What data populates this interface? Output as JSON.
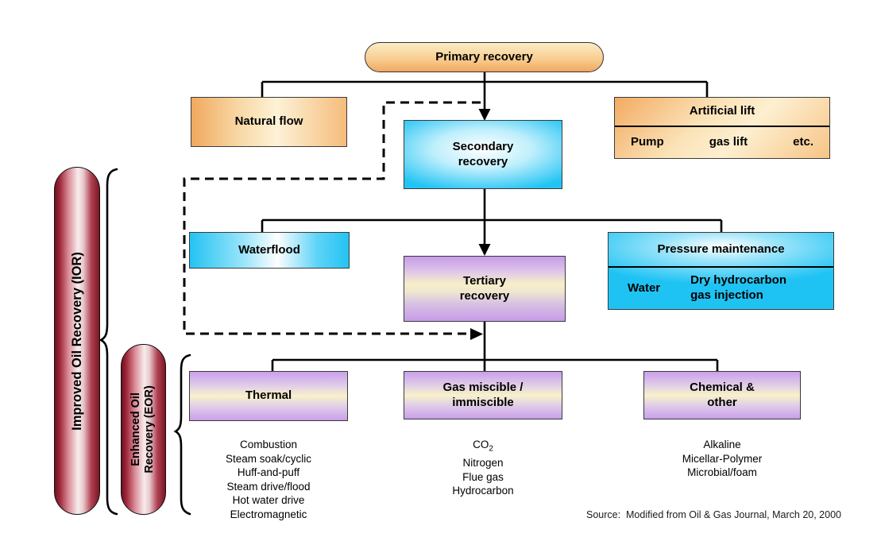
{
  "nodes": {
    "primary": {
      "label": "Primary recovery"
    },
    "natural_flow": {
      "label": "Natural flow"
    },
    "artificial_lift": {
      "title": "Artificial lift",
      "items": [
        "Pump",
        "gas lift",
        "etc."
      ]
    },
    "secondary": {
      "line1": "Secondary",
      "line2": "recovery"
    },
    "waterflood": {
      "label": "Waterflood"
    },
    "tertiary": {
      "line1": "Tertiary",
      "line2": "recovery"
    },
    "pressure": {
      "title": "Pressure maintenance",
      "water": "Water",
      "gas_line1": "Dry hydrocarbon",
      "gas_line2": "gas injection"
    },
    "thermal": {
      "label": "Thermal"
    },
    "gas_miscible": {
      "line1": "Gas miscible /",
      "line2": "immiscible"
    },
    "chemical": {
      "line1": "Chemical &",
      "line2": "other"
    }
  },
  "lists": {
    "thermal": [
      "Combustion",
      "Steam soak/cyclic",
      "Huff-and-puff",
      "Steam drive/flood",
      "Hot water drive",
      "Electromagnetic"
    ],
    "gas": {
      "first_main": "CO",
      "first_sub": "2",
      "rest": [
        "Nitrogen",
        "Flue gas",
        "Hydrocarbon"
      ]
    },
    "chemical": [
      "Alkaline",
      "Micellar-Polymer",
      "Microbial/foam"
    ]
  },
  "side_labels": {
    "ior": "Improved Oil Recovery (IOR)",
    "eor_line1": "Enhanced Oil",
    "eor_line2": "Recovery (EOR)"
  },
  "source_note": "Source:  Modified from Oil & Gas Journal, March 20, 2000",
  "colors": {
    "orange": "#F2A95E",
    "cyan": "#24C4F4",
    "purple": "#C99FEA",
    "cream_band": "#F8F2C9",
    "maroon_pill": "#7A1624",
    "line": "#000000"
  }
}
